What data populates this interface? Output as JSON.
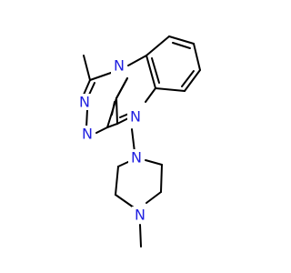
{
  "structure": {
    "atoms": [
      {
        "id": "n_triazole_bridge",
        "symbol": "N"
      },
      {
        "id": "n_triazole_a",
        "symbol": "N"
      },
      {
        "id": "n_triazole_b",
        "symbol": "N"
      },
      {
        "id": "n_quinoxaline",
        "symbol": "N"
      },
      {
        "id": "n_piperazine_1",
        "symbol": "N"
      },
      {
        "id": "n_piperazine_4",
        "symbol": "N"
      }
    ],
    "colors": {
      "bond": "#000000",
      "nitrogen": "#1f1fe0"
    }
  }
}
